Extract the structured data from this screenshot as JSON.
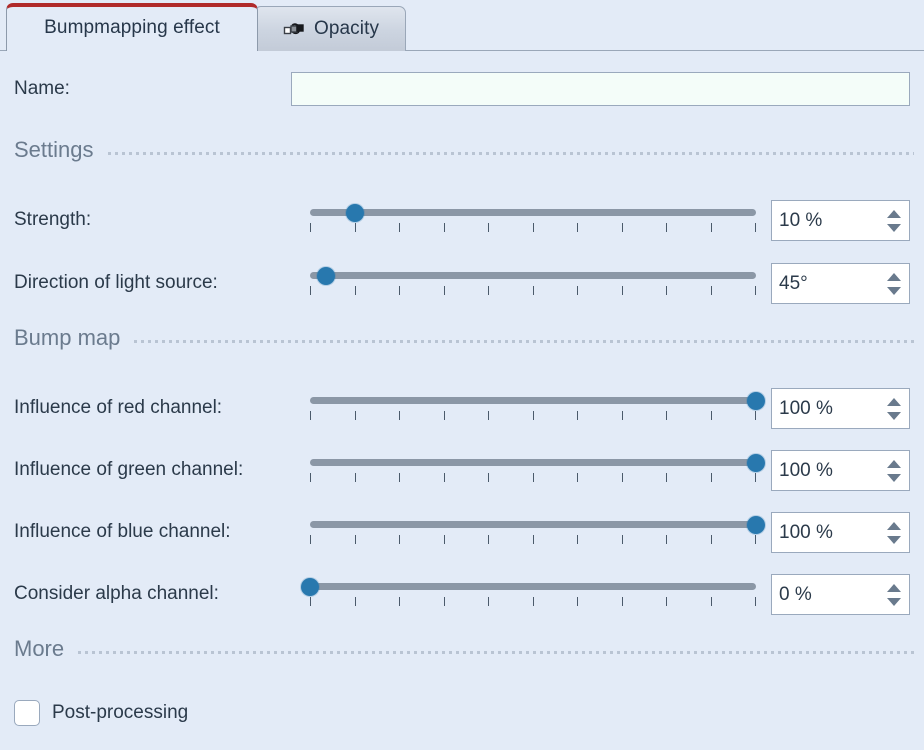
{
  "window": {
    "accent_red": "#b02a2a",
    "background": "#e3ebf7",
    "slider_handle_color": "#2878ae",
    "slider_track_color": "#8b97a6"
  },
  "tabs": [
    {
      "label": "Bumpmapping effect",
      "icon": "",
      "active": true
    },
    {
      "label": "Opacity",
      "icon": "curve-nodes-icon",
      "active": false
    }
  ],
  "name_field": {
    "label": "Name:",
    "value": "",
    "placeholder": ""
  },
  "sections": [
    {
      "title": "Settings"
    },
    {
      "title": "Bump map"
    },
    {
      "title": "More"
    }
  ],
  "sliders": [
    {
      "label": "Strength:",
      "value": 10,
      "display": "10 %",
      "min": 0,
      "max": 100,
      "ticks": 11
    },
    {
      "label": "Direction of light source:",
      "value": 13,
      "display": "45°",
      "min": 0,
      "max": 360,
      "ticks": 11
    },
    {
      "label": "Influence of red channel:",
      "value": 100,
      "display": "100 %",
      "min": 0,
      "max": 100,
      "ticks": 11
    },
    {
      "label": "Influence of green channel:",
      "value": 100,
      "display": "100 %",
      "min": 0,
      "max": 100,
      "ticks": 11
    },
    {
      "label": "Influence of blue channel:",
      "value": 100,
      "display": "100 %",
      "min": 0,
      "max": 100,
      "ticks": 11
    },
    {
      "label": "Consider alpha channel:",
      "value": 0,
      "display": "0 %",
      "min": 0,
      "max": 100,
      "ticks": 11
    }
  ],
  "checkboxes": [
    {
      "label": "Post-processing",
      "checked": false
    }
  ]
}
